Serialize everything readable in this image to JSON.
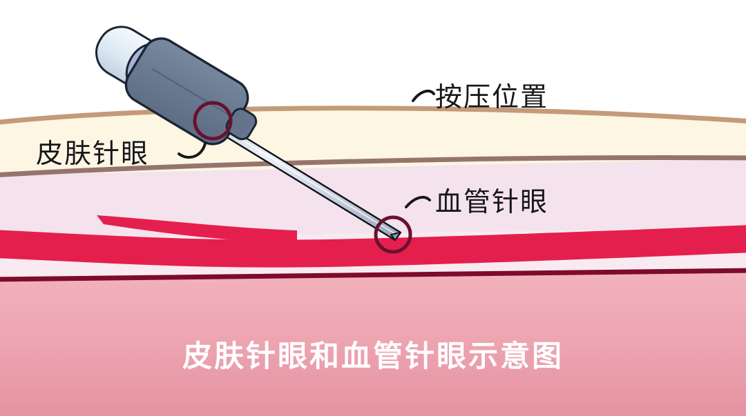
{
  "figure": {
    "caption": "皮肤针眼和血管针眼示意图",
    "caption_color": "#ffffff"
  },
  "annotations": [
    {
      "id": "skin-puncture",
      "label": "皮肤针眼",
      "marker": "circle-outline",
      "marker_color": "#6b1030"
    },
    {
      "id": "press-site",
      "label": "按压位置",
      "marker": "leader-curve",
      "marker_color": "#17171b"
    },
    {
      "id": "vessel-puncture",
      "label": "血管针眼",
      "marker": "circle-outline",
      "marker_color": "#6b1030"
    }
  ],
  "layers": {
    "background": "#ffffff",
    "epidermis_line": "#c09878",
    "epidermis_fill": "#fdf6e4",
    "dermis_line": "#9c7a72",
    "dermis_fill": "#f6e4ec",
    "subcutis_fill": "#f7e8ef",
    "muscle_line": "#7d0b2c",
    "muscle_top": "#efa9b4",
    "muscle_bottom": "#e79aa8",
    "vessel": "#e51f4d",
    "vessel_shadow": "#c9classified"
  },
  "instrument": {
    "name": "syringe",
    "barrel_color": "#6c7c93",
    "barrel_outline": "#1b2433",
    "plunger_color": "#e7f0f8",
    "plunger_cap_color": "#a8b3da",
    "needle_color": "#c9cfdd",
    "needle_outline": "#11131a"
  }
}
